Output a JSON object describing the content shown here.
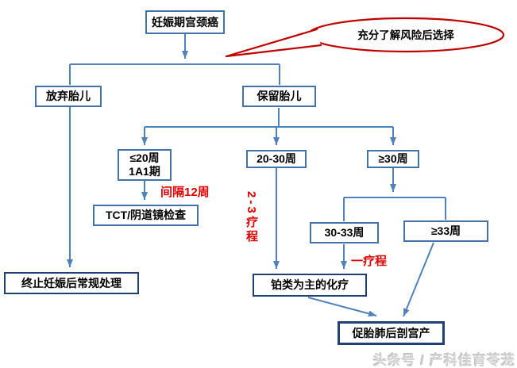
{
  "colors": {
    "line-blue": "#4f81bd",
    "border-blue": "#4472a8",
    "border-dark": "#1f3f77",
    "callout-red": "#c00000",
    "label-red": "#e00000"
  },
  "nodes": {
    "root": "妊娠期宫颈癌",
    "callout": "充分了解风险后选择",
    "abandon": "放弃胎儿",
    "keep": "保留胎儿",
    "le20_line1": "≤20周",
    "le20_line2": "1A1期",
    "w20_30": "20-30周",
    "ge30": "≥30周",
    "tct": "TCT/阴道镜检查",
    "terminate": "终止妊娠后常规处理",
    "chemo": "铂类为主的化疗",
    "w30_33": "30-33周",
    "ge33": "≥33周",
    "csection": "促胎肺后剖宫产"
  },
  "labels": {
    "interval": "间隔12周",
    "courses_2_3": "2-3疗程",
    "course_1": "一疗程"
  },
  "watermark": "头条号 / 产科佳育苓茏"
}
